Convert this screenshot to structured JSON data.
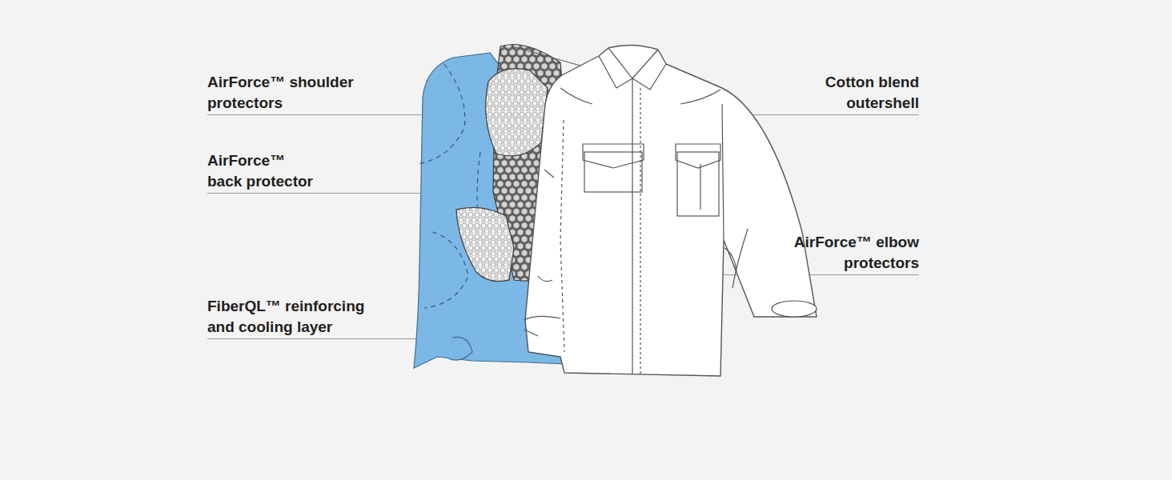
{
  "diagram": {
    "labels": [
      "AirForce™ shoulder protectors",
      "Cotton blend outershell",
      "AirForce™ back protector",
      "AirForce™ elbow protectors",
      "FiberQL™ reinforcing and cooling layer"
    ]
  }
}
